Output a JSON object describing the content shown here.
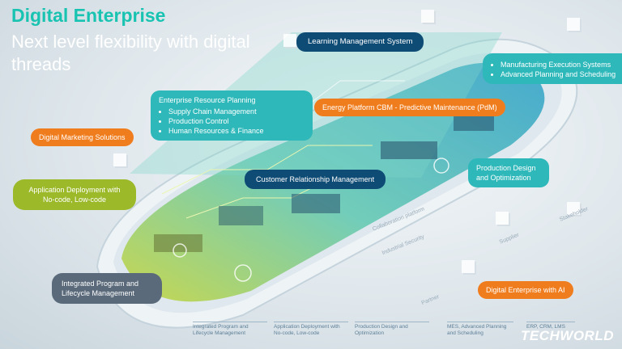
{
  "title": "Digital Enterprise",
  "subtitle": "Next level flexibility with digital threads",
  "labels": {
    "lms": "Learning Management System",
    "mes_items": [
      "Manufacturing Execution Systems",
      "Advanced Planning and Scheduling"
    ],
    "erp_title": "Enterprise Resource Planning",
    "erp_items": [
      "Supply Chain Management",
      "Production Control",
      "Human Resources & Finance"
    ],
    "energy": "Energy Platform CBM - Predictive Maintenance (PdM)",
    "marketing": "Digital Marketing Solutions",
    "crm": "Customer Relationship Management",
    "production": "Production Design and Optimization",
    "app_deploy": "Application Deployment with No-code, Low-code",
    "plm": "Integrated Program and Lifecycle Management",
    "de_ai": "Digital Enterprise with AI"
  },
  "track_labels": [
    "Collaboration platform",
    "Industrial Security",
    "Partner",
    "Supplier",
    "Stakeholder"
  ],
  "footer": [
    "Integrated Program and Lifecycle Management",
    "Application Deployment with No-code, Low-code",
    "Production Design and Optimization",
    "MES, Advanced Planning and Scheduling",
    "ERP, CRM, LMS"
  ],
  "brand": "TECHWORLD",
  "colors": {
    "teal": "#2fb8ba",
    "orange": "#f07d1d",
    "navy": "#0f4c75",
    "olive": "#9cb92a"
  }
}
